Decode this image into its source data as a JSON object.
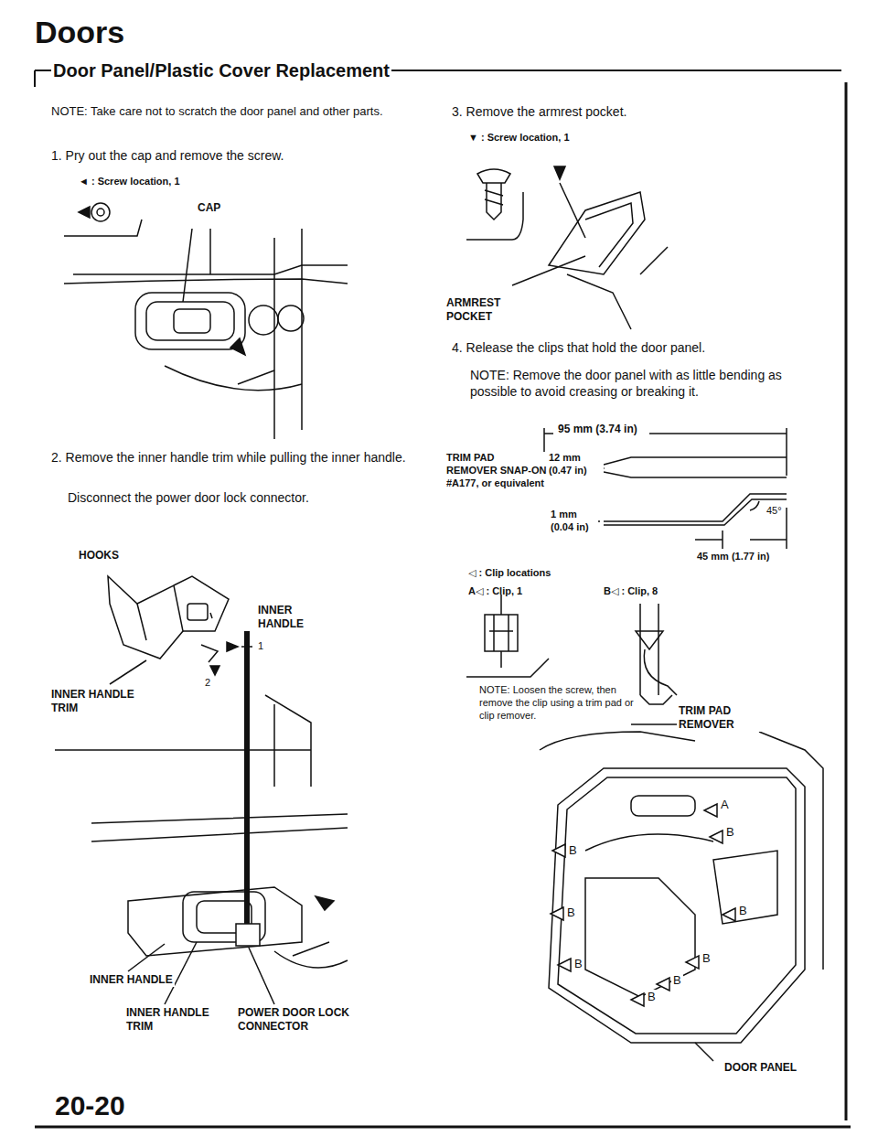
{
  "diagram": {
    "title": "Doors",
    "labels": [
      "Door Panel/Plastic Cover Replacement",
      "NOTE: Take care not to scratch the door panel and other parts.",
      "1. Pry out the cap and remove the screw.",
      "◄ : Screw location, 1",
      "CAP",
      "2. Remove the inner handle trim while pulling the inner handle.",
      "Disconnect the power door lock connector.",
      "HOOKS",
      "INNER HANDLE",
      "INNER HANDLE TRIM",
      "1",
      "2",
      "INNER HANDLE",
      "INNER HANDLE TRIM",
      "POWER DOOR LOCK CONNECTOR",
      "3. Remove the armrest pocket.",
      "▼ : Screw location, 1",
      "ARMREST POCKET",
      "4. Release the clips that hold the door panel.",
      "NOTE: Remove the door panel with as little bending as possible to avoid creasing or breaking it.",
      "95 mm (3.74 in)",
      "TRIM PAD REMOVER SNAP-ON #A177, or equivalent",
      "12 mm (0.47 in)",
      "1 mm (0.04 in)",
      "45°",
      "45 mm (1.77 in)",
      "◁ : Clip locations",
      "A◁ : Clip, 1",
      "B◁ : Clip, 8",
      "NOTE: Loosen the screw, then remove the clip using a trim pad or clip remover.",
      "TRIM PAD REMOVER",
      "A",
      "B",
      "B",
      "B",
      "B",
      "B",
      "B",
      "B",
      "B",
      "DOOR PANEL",
      "20-20"
    ]
  }
}
